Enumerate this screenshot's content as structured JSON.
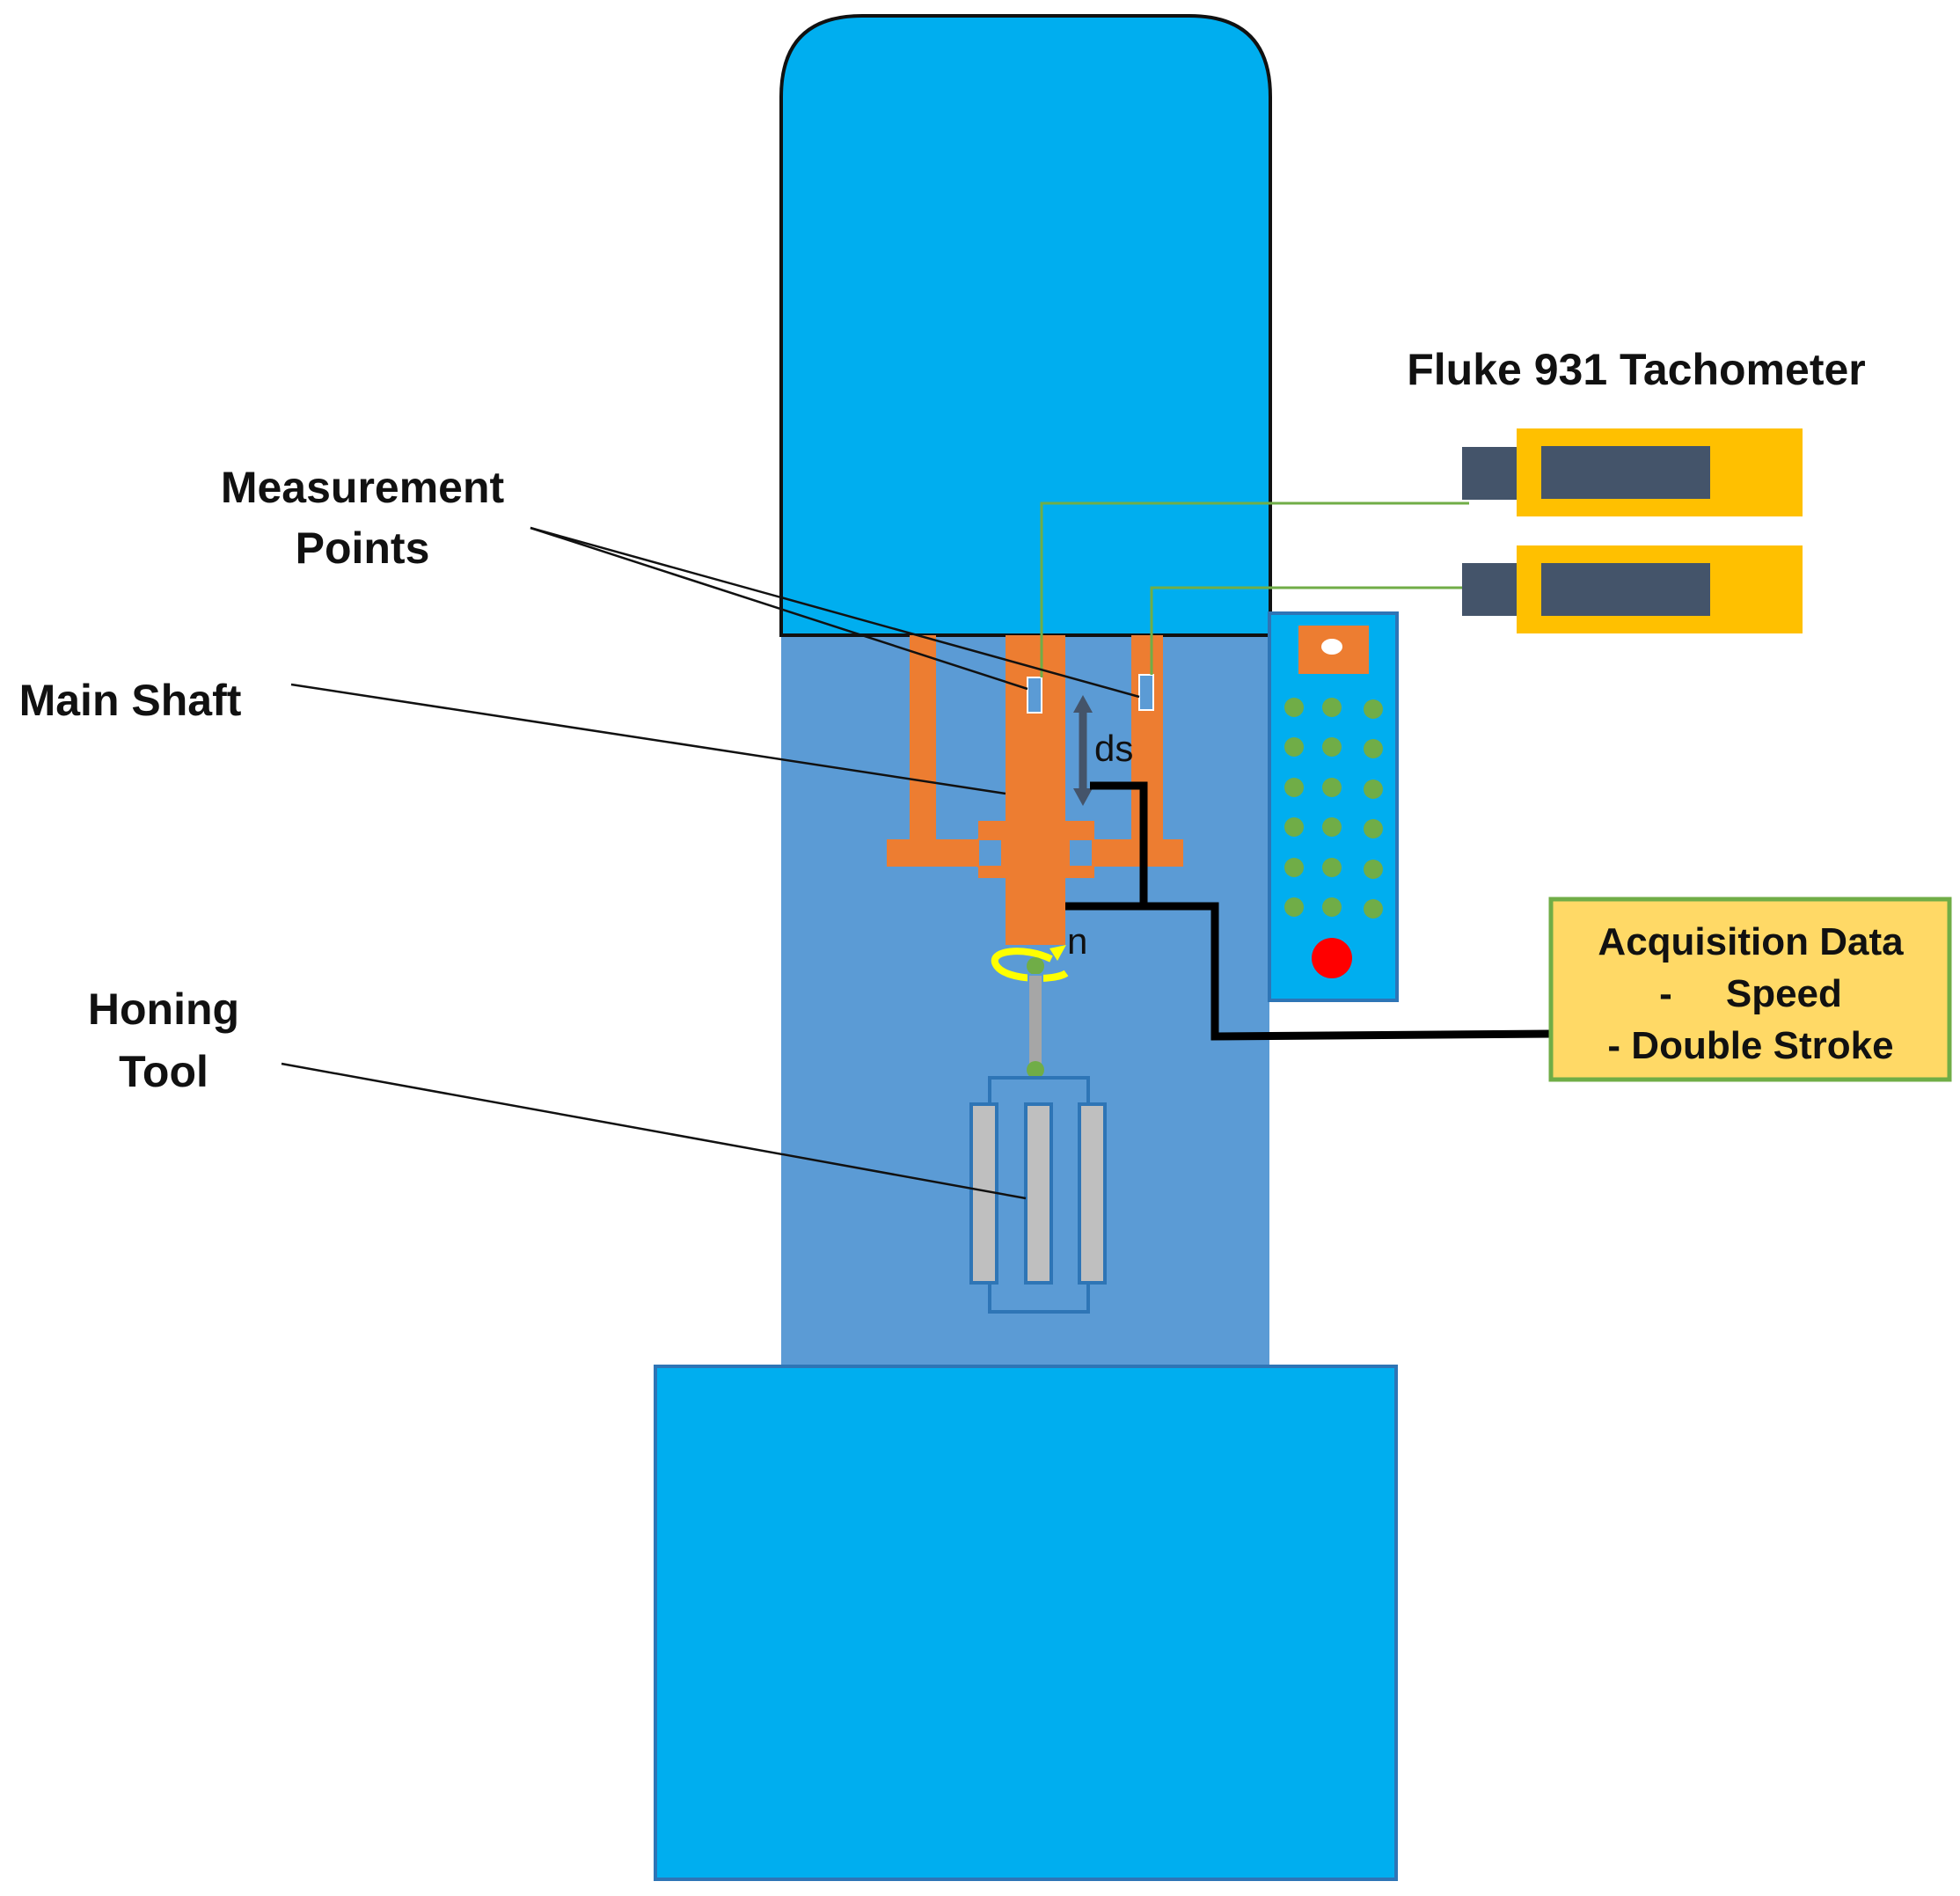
{
  "labels": {
    "tachometer_title": "Fluke 931 Tachometer",
    "measurement_points_line1": "Measurement",
    "measurement_points_line2": "Points",
    "main_shaft": "Main Shaft",
    "honing_tool_line1": "Honing",
    "honing_tool_line2": "Tool",
    "double_stroke_symbol": "ds",
    "speed_symbol": "n"
  },
  "acquisition_box": {
    "line1": "Acquisition Data",
    "line2": "-     Speed",
    "line3": "- Double Stroke"
  },
  "colors": {
    "machine_body": "#00AEEF",
    "column": "#5B9BD5",
    "shaft": "#ED7D31",
    "tachometer": "#FFC000",
    "tachometer_dark": "#44546A",
    "acquisition_fill": "#FFD966",
    "acquisition_border": "#70AD47",
    "sensor_wire": "#70AD47",
    "indicator_red": "#FF0000",
    "tool_stone": "#BFBFBF"
  }
}
